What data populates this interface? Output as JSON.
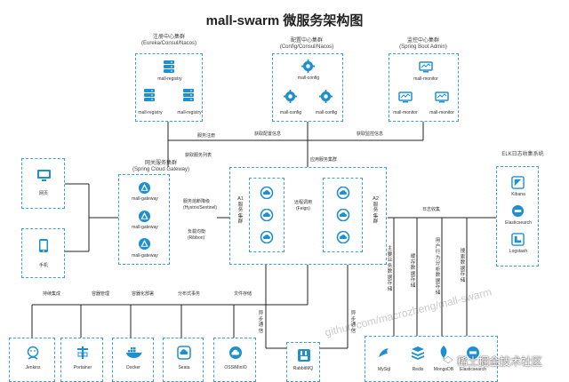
{
  "title": "mall-swarm 微服务架构图",
  "groups": {
    "registry": {
      "label": [
        "注册中心集群",
        "(Eureka/Consul/Nacos)"
      ],
      "items": [
        "mall-registry",
        "mall-registry",
        "mall-registry"
      ]
    },
    "config": {
      "label": [
        "配置中心集群",
        "(Config/Consul/Nacos)"
      ],
      "items": [
        "mall-config",
        "mall-config",
        "mall-config"
      ]
    },
    "monitor": {
      "label": [
        "监控中心集群",
        "(Spring Boot Admin)"
      ],
      "items": [
        "mall-monitor",
        "mall-monitor",
        "mall-monitor"
      ]
    },
    "gateway": {
      "label": [
        "网关服务集群",
        "(Spring Cloud Gateway)"
      ],
      "items": [
        "mall-gateway",
        "mall-gateway",
        "mall-gateway"
      ]
    },
    "elk": {
      "label": [
        "ELK日志收集系统"
      ],
      "items": [
        "Kibana",
        "Elasticsearch",
        "Logstash"
      ]
    }
  },
  "clients": {
    "pc": "网页",
    "mobile": "手机"
  },
  "service_cluster_labels": {
    "a1": "A1服务集群",
    "a2": "A2服务集群"
  },
  "tools": [
    "Jenkins",
    "Portainer",
    "Docker",
    "Seata",
    "OSS/MinIO"
  ],
  "mq": "RabbitMQ",
  "stores": [
    "MySql",
    "Redis",
    "MongoDB",
    "Elasticsearch"
  ],
  "edge_labels": {
    "register": "服务注册",
    "get_service_list": "获取服务列表",
    "get_config": "获取配置信息",
    "get_monitor": "获取监控信息",
    "service_cluster": "应用服务集群",
    "circuit_breaker": "服务熔断降级",
    "hystrix": "(Hystrix/Sentinel)",
    "load_balance": "负载均衡",
    "ribbon": "(Ribbon)",
    "remote_call": "远程调用",
    "feign": "(Feign)",
    "log_collect": "日志收集",
    "ci": "持续集成",
    "container_mgmt": "容器管理",
    "containerize": "容器化部署",
    "distributed_tx": "分布式事务",
    "file_storage": "文件存储",
    "async1": "异步通信",
    "async2": "异步通信",
    "main_data": "主要业务数据存储",
    "cache_data": "缓存数据存储",
    "behavior_data": "用户行为分析数据存储",
    "search_data": "搜索数据存储"
  },
  "watermark": "github.com/macrozheng/mall-swarm",
  "brand": "稀土掘金技术社区",
  "colors": {
    "accent": "#3aa0d8",
    "icon": "#1e90d0",
    "line": "#222222"
  }
}
